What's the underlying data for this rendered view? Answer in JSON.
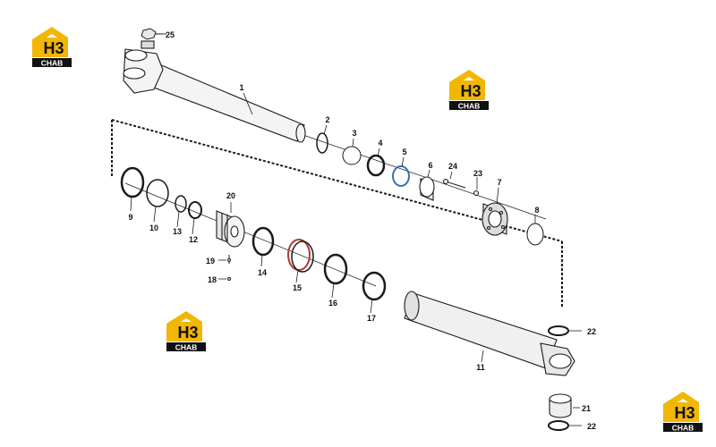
{
  "diagram": {
    "parts": [
      {
        "number": "1"
      },
      {
        "number": "2"
      },
      {
        "number": "3"
      },
      {
        "number": "4"
      },
      {
        "number": "5"
      },
      {
        "number": "6"
      },
      {
        "number": "7"
      },
      {
        "number": "8"
      },
      {
        "number": "9"
      },
      {
        "number": "10"
      },
      {
        "number": "11"
      },
      {
        "number": "12"
      },
      {
        "number": "13"
      },
      {
        "number": "14"
      },
      {
        "number": "15"
      },
      {
        "number": "16"
      },
      {
        "number": "17"
      },
      {
        "number": "18"
      },
      {
        "number": "19"
      },
      {
        "number": "20"
      },
      {
        "number": "21"
      },
      {
        "number": "22"
      },
      {
        "number": "22"
      },
      {
        "number": "23"
      },
      {
        "number": "24"
      },
      {
        "number": "25"
      }
    ]
  },
  "watermark": {
    "logo_letters": "H3",
    "logo_caption": "CHAB",
    "colors": {
      "roof": "#f2b705",
      "badge": "#111111",
      "text": "#ffffff"
    }
  },
  "colors": {
    "line": "#1a1a1a",
    "highlight_ring": "#b03a2e",
    "highlight_ring_blue": "#3b6fb0",
    "fill": "#f4f4f4"
  }
}
